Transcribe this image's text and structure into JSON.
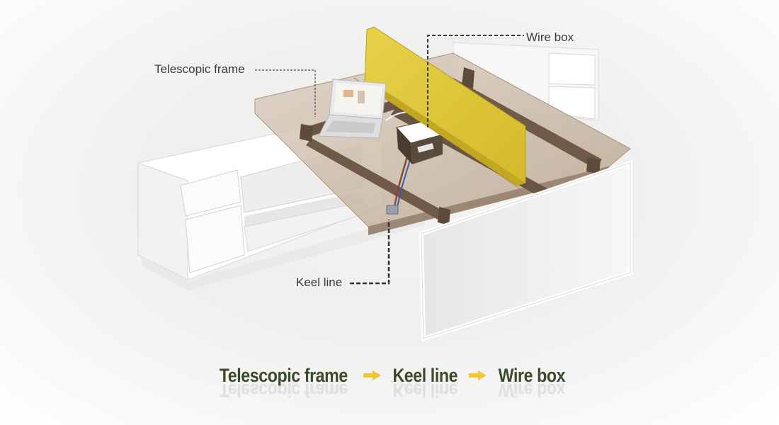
{
  "callouts": {
    "telescopic_frame": "Telescopic frame",
    "wire_box": "Wire box",
    "keel_line": "Keel line"
  },
  "flow": {
    "step1": "Telescopic frame",
    "step2": "Keel line",
    "step3": "Wire box"
  },
  "colors": {
    "accent_yellow": "#e3c830",
    "arrow_yellow": "#f2c630",
    "flow_text": "#3a4a2c",
    "desk_wood": "#b8a28a"
  },
  "icons": {
    "flow_arrow": "right-arrow-icon"
  }
}
